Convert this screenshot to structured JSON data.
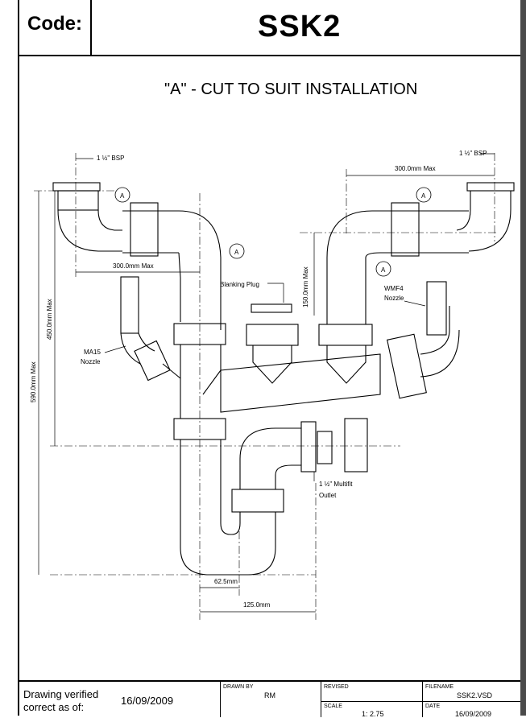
{
  "header": {
    "code_label": "Code:",
    "code_value": "SSK2"
  },
  "title": "\"A\" - CUT TO SUIT INSTALLATION",
  "drawing": {
    "labels": {
      "bsp_left": "1 ½\" BSP",
      "bsp_right": "1 ½\" BSP",
      "dim_300_left": "300.0mm Max",
      "dim_300_right": "300.0mm Max",
      "blanking_plug": "Blanking Plug",
      "dim_150": "150.0mm Max",
      "wmf4": "WMF4",
      "wmf4_nozzle": "Nozzle",
      "ma15": "MA15",
      "ma15_nozzle": "Nozzle",
      "dim_450": "450.0mm Max",
      "dim_590": "590.0mm Max",
      "multifit": "1 ½\" Multifit",
      "outlet": "Outlet",
      "dim_62": "62.5mm",
      "dim_125": "125.0mm",
      "marker": "A"
    }
  },
  "footer": {
    "verified_line1": "Drawing verified",
    "verified_line2": "correct as of:",
    "verified_date": "16/09/2009",
    "drawn_by_label": "DRAWN BY",
    "drawn_by_value": "RM",
    "revised_label": "REVISED",
    "filename_label": "FILENAME",
    "filename_value": "SSK2.VSD",
    "scale_label": "SCALE",
    "scale_value": "1: 2.75",
    "date_label": "DATE",
    "date_value": "16/09/2009"
  }
}
